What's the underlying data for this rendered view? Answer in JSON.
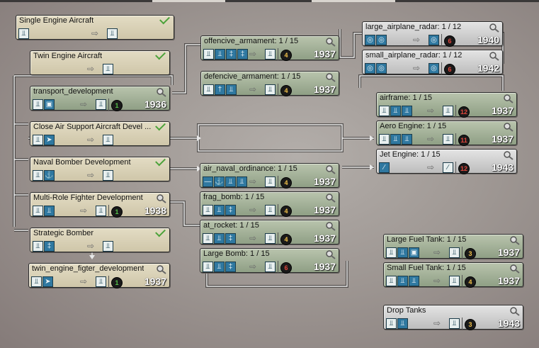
{
  "colors": {
    "cream_box": "#d8d0b6",
    "green_box": "#9fae95",
    "grey_box": "#d0d0d0",
    "icon_blue": "#2f78a0",
    "check_green": "#4ba23a",
    "year_white": "#ffffff",
    "badge_green": "#55c24a",
    "badge_yellow": "#f2c14a",
    "badge_red": "#e0473d"
  },
  "left_column": [
    {
      "title": "Single Engine Aircraft",
      "researched": true,
      "icons": [
        "plane-icon"
      ],
      "result": "plane-icon"
    },
    {
      "title": "Twin Engine Aircraft",
      "researched": true,
      "icons": [],
      "result": "plane-icon"
    },
    {
      "title": "transport_development",
      "icons": [
        "plane-icon",
        "cargo-icon"
      ],
      "result": "plane-icon",
      "badge": "1",
      "year": "1936"
    },
    {
      "title": "Close Air Support Aircraft Devel ...",
      "researched": true,
      "icons": [
        "plane-icon",
        "dive-icon"
      ],
      "result": "plane-icon"
    },
    {
      "title": "Naval Bomber Development",
      "researched": true,
      "icons": [
        "plane-icon",
        "naval-icon"
      ],
      "result": "plane-icon"
    },
    {
      "title": "Multi-Role Fighter Development",
      "icons": [
        "plane-icon",
        "plane-icon"
      ],
      "result": "plane-icon",
      "badge": "1",
      "year": "1938"
    },
    {
      "title": "Strategic Bomber",
      "researched": true,
      "icons": [
        "plane-icon",
        "bomb-icon"
      ],
      "result": "plane-icon"
    },
    {
      "title": "twin_engine_figter_development",
      "icons": [
        "plane-icon",
        "dive-icon"
      ],
      "result": "plane-icon",
      "badge": "1",
      "year": "1937"
    }
  ],
  "middle_column": [
    {
      "title": "offencive_armament: 1 / 15",
      "icons": [
        "plane-icon",
        "plane-icon",
        "bomb-icon",
        "bomb-icon"
      ],
      "result": "plane-icon",
      "badge": "4",
      "year": "1937"
    },
    {
      "title": "defencive_armament: 1 / 15",
      "icons": [
        "plane-icon",
        "gunner-icon",
        "plane-icon"
      ],
      "result": "plane-icon",
      "badge": "4",
      "year": "1937"
    },
    {
      "title": "air_naval_ordinance: 1 / 15",
      "icons": [
        "torpedo-icon",
        "anchor-icon",
        "plane-icon",
        "plane-icon"
      ],
      "result": "plane-icon",
      "badge": "4",
      "year": "1937"
    },
    {
      "title": "frag_bomb: 1 / 15",
      "icons": [
        "plane-icon",
        "plane-icon",
        "bomb-icon"
      ],
      "result": "plane-icon",
      "badge": "4",
      "year": "1937"
    },
    {
      "title": "at_rocket: 1 / 15",
      "icons": [
        "plane-icon",
        "plane-icon",
        "bomb-icon"
      ],
      "result": "plane-icon",
      "badge": "4",
      "year": "1937"
    },
    {
      "title": "Large Bomb: 1 / 15",
      "icons": [
        "plane-icon",
        "plane-icon",
        "bomb-icon"
      ],
      "result": "plane-icon",
      "badge": "6",
      "year": "1937"
    }
  ],
  "right_column": [
    {
      "title": "large_airplane_radar: 1 / 12",
      "icons": [
        "radar-icon",
        "radar-icon"
      ],
      "result": "radar-icon",
      "badge": "6",
      "year": "1940"
    },
    {
      "title": "small_airplane_radar: 1 / 12",
      "icons": [
        "radar-icon",
        "radar-icon"
      ],
      "result": "radar-icon",
      "badge": "6",
      "year": "1942"
    },
    {
      "title": "airframe: 1 / 15",
      "icons": [
        "plane-icon",
        "plane-icon",
        "plane-icon"
      ],
      "result": "plane-icon",
      "badge": "12",
      "year": "1937"
    },
    {
      "title": "Aero Engine: 1 / 15",
      "icons": [
        "plane-icon",
        "plane-icon",
        "plane-icon"
      ],
      "result": "plane-icon",
      "badge": "11",
      "year": "1937"
    },
    {
      "title": "Jet Engine: 1 / 15",
      "icons": [
        "jet-icon"
      ],
      "result": "jet-icon",
      "badge": "12",
      "year": "1943"
    },
    {
      "title": "Large Fuel Tank: 1 / 15",
      "icons": [
        "plane-icon",
        "plane-icon",
        "cargo-icon"
      ],
      "result": "plane-icon",
      "badge": "3",
      "year": "1937"
    },
    {
      "title": "Small Fuel Tank: 1 / 15",
      "icons": [
        "plane-icon",
        "plane-icon",
        "plane-icon"
      ],
      "result": "plane-icon",
      "badge": "4",
      "year": "1937"
    },
    {
      "title": "Drop Tanks",
      "icons": [
        "plane-icon",
        "plane-icon"
      ],
      "result": "plane-icon",
      "badge": "3",
      "year": "1943"
    }
  ]
}
